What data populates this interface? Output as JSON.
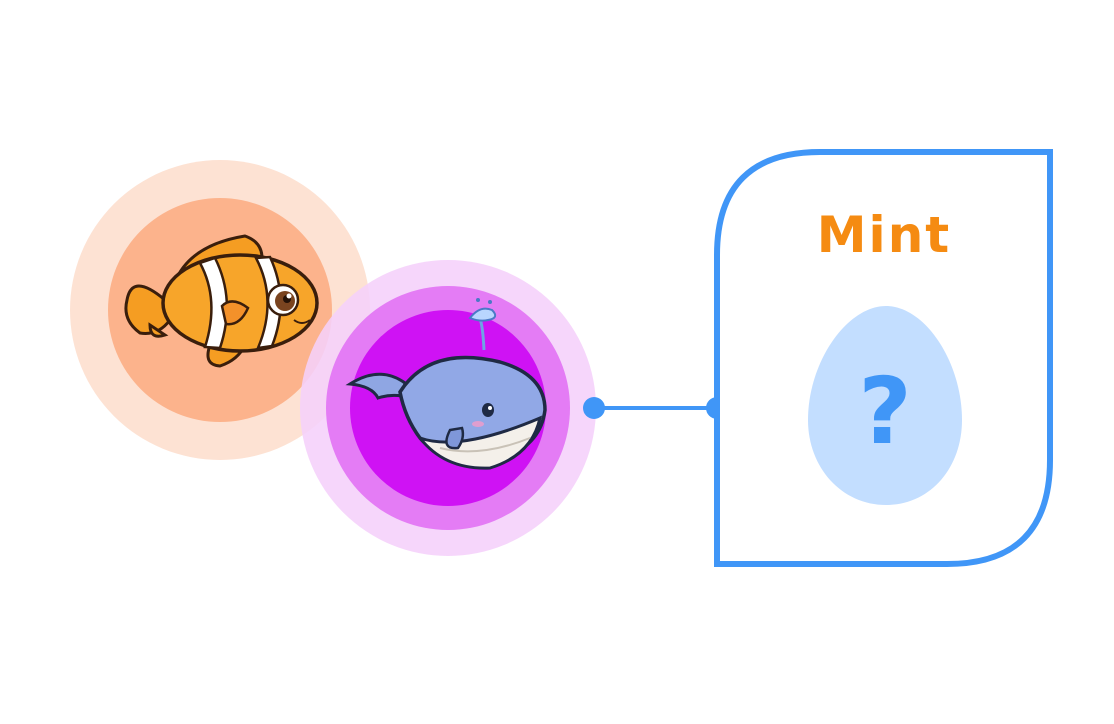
{
  "mint_panel": {
    "title": "Mint",
    "placeholder_glyph": "?"
  },
  "inputs": [
    {
      "name": "clownfish",
      "icon": "clownfish-icon",
      "ring_colors": [
        "#fde2d3",
        "#fcb38c"
      ]
    },
    {
      "name": "whale",
      "icon": "whale-icon",
      "ring_colors": [
        "#f5d0fa",
        "#e47cf5",
        "#cf12f4"
      ]
    }
  ],
  "colors": {
    "accent_blue": "#4096f7",
    "egg_fill": "#c3deff",
    "mint_text": "#f58b12"
  }
}
